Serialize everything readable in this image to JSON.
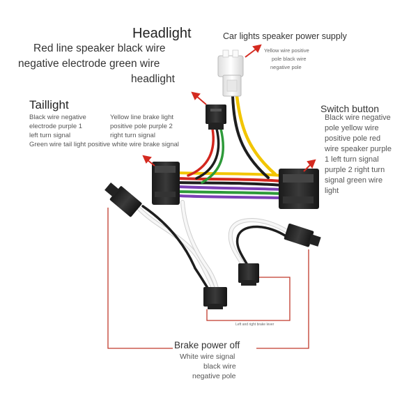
{
  "headlight": {
    "title": "Headlight",
    "desc_line1": "Red line speaker black wire",
    "desc_line2": "negative electrode green wire",
    "desc_line3": "headlight"
  },
  "car_lights": {
    "title": "Car lights speaker power supply",
    "desc_line1": "Yellow wire positive",
    "desc_line2": "pole black wire",
    "desc_line3": "negative pole"
  },
  "taillight": {
    "title": "Taillight",
    "col1_line1": "Black wire negative",
    "col1_line2": "electrode purple 1",
    "col1_line3": "left turn signal",
    "col2_line1": "Yellow line brake light",
    "col2_line2": "positive pole purple 2",
    "col2_line3": "right turn signal",
    "bottom_line": "Green wire tail light positive white wire brake signal"
  },
  "switch_button": {
    "title": "Switch button",
    "line1": "Black wire negative",
    "line2": "pole yellow wire",
    "line3": "positive pole red",
    "line4": "wire speaker purple",
    "line5": "1 left turn signal",
    "line6": "purple 2 right turn",
    "line7": "signal green wire",
    "line8": "light"
  },
  "brake_lever_note": "Left and right brake lever",
  "brake_power": {
    "title": "Brake power off",
    "line1": "White wire signal",
    "line2": "black wire",
    "line3": "negative pole"
  },
  "colors": {
    "arrow": "#d42a20",
    "bracket": "#c0392b",
    "wire_yellow": "#f2c500",
    "wire_red": "#d3261e",
    "wire_green": "#2e9a3a",
    "wire_purple": "#7b3fb5",
    "wire_black": "#1e1e1e",
    "wire_white": "#f4f4f4",
    "connector": "#2b2b2b",
    "plug_white": "#f1f1ef"
  }
}
